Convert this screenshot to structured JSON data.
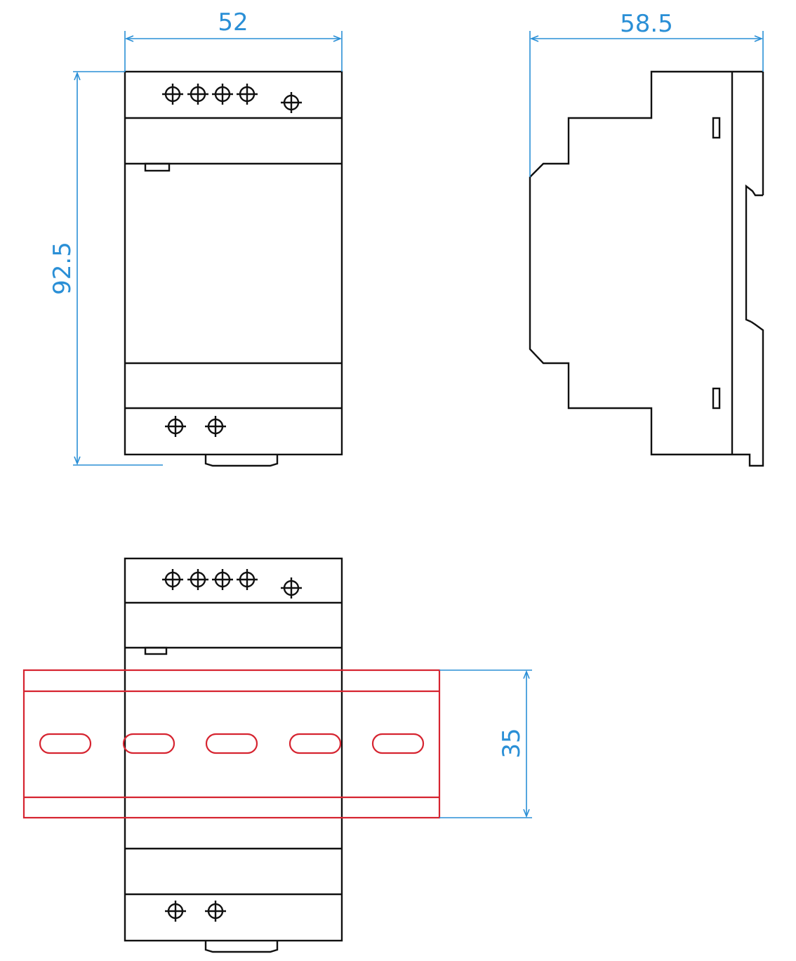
{
  "colors": {
    "outline": "#111111",
    "dimension": "#2a8fd6",
    "din_rail": "#d62430",
    "background": "#ffffff"
  },
  "dimensions": {
    "width": "52",
    "height": "92.5",
    "depth": "58.5",
    "rail_height": "35"
  },
  "views": [
    {
      "name": "front-view",
      "top_terminals": 5,
      "bottom_terminals": 2
    },
    {
      "name": "side-view"
    },
    {
      "name": "front-view-on-din-rail",
      "rail_slots": 5
    }
  ]
}
